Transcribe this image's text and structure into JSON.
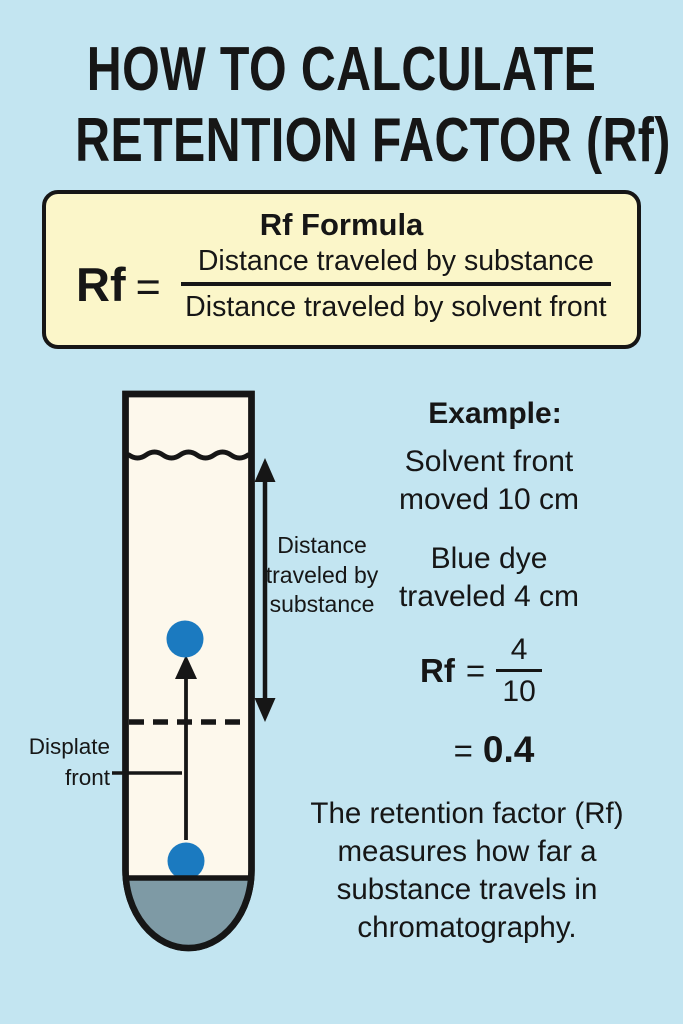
{
  "title": {
    "line1": "HOW TO CALCULATE",
    "line2": "RETENTION FACTOR (Rf)"
  },
  "formula_box": {
    "heading": "Rf Formula",
    "symbol": "Rf",
    "equals": "=",
    "numerator": "Distance traveled by substance",
    "denominator": "Distance traveled by solvent front"
  },
  "diagram": {
    "distance_label": "Distance traveled by substance",
    "front_label": "Displate front"
  },
  "example": {
    "heading": "Example:",
    "solvent_line": "Solvent front moved 10 cm",
    "dye_line": "Blue dye traveled 4 cm",
    "rf_symbol": "Rf",
    "equals": "=",
    "fraction_numerator": "4",
    "fraction_denominator": "10",
    "result_equals": "=",
    "result_value": "0.4"
  },
  "footer": {
    "text": "The retention factor (Rf) measures how far a substance travels in chromatography."
  },
  "colors": {
    "background": "#c3e5f1",
    "panel_fill": "#fbf6c9",
    "tube_fill": "#fdf8ec",
    "tube_base_gray": "#7e9aa5",
    "dye_blue": "#1b7ac0",
    "ink": "#161616"
  }
}
